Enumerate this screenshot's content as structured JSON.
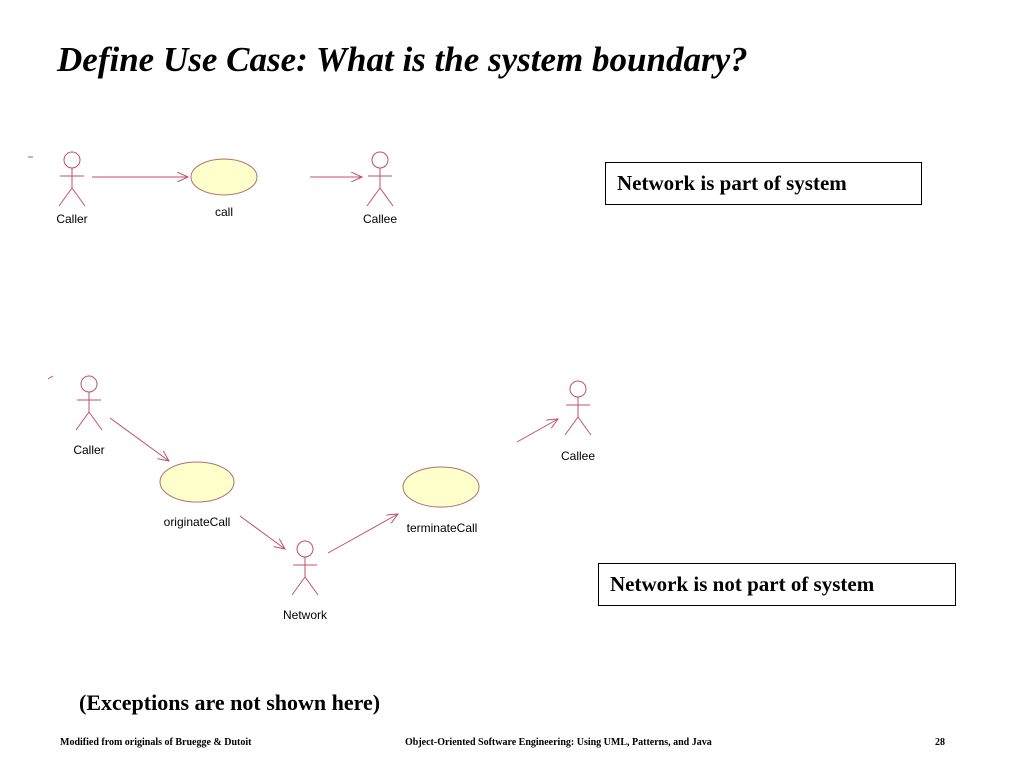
{
  "slide": {
    "title": "Define Use Case: What is the system boundary?",
    "note": "(Exceptions are not shown here)"
  },
  "diagram1": {
    "actors": [
      "Caller",
      "Callee"
    ],
    "use_case": "call",
    "box": "Network is part of system"
  },
  "diagram2": {
    "actors": [
      "Caller",
      "Callee",
      "Network"
    ],
    "use_cases": [
      "originateCall",
      "terminateCall"
    ],
    "box": "Network is not part of system"
  },
  "footer": {
    "left": "Modified from originals of Bruegge & Dutoit",
    "center": "Object-Oriented Software Engineering: Using UML, Patterns, and Java",
    "page": "28"
  },
  "colors": {
    "stroke": "#c0506a",
    "usecase_fill": "#ffffcc",
    "usecase_stroke": "#b07070"
  }
}
